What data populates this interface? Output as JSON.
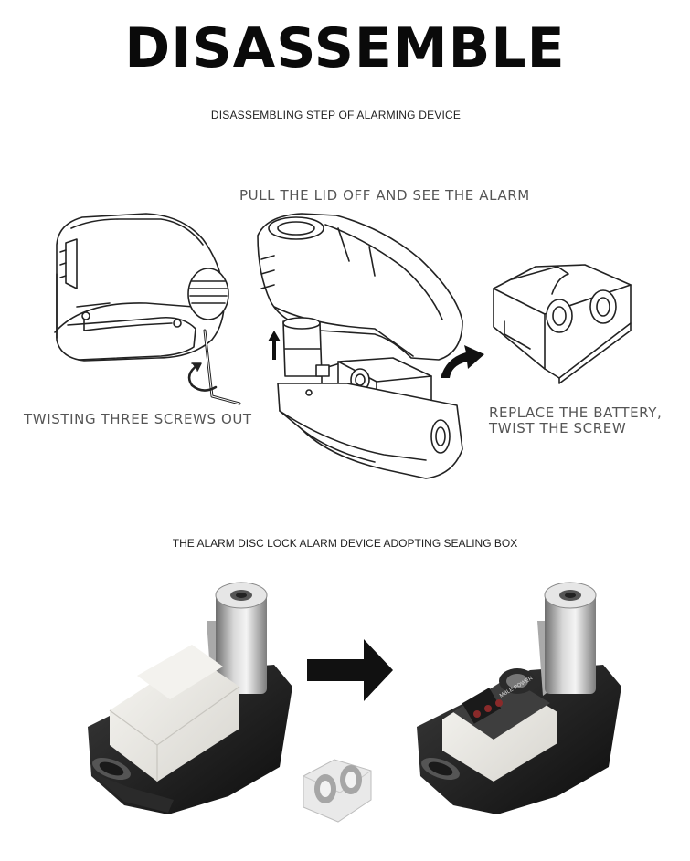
{
  "header": {
    "title": "DISASSEMBLE",
    "subtitle": "DISASSEMBLING STEP OF ALARMING DEVICE"
  },
  "diagram": {
    "step_pull_lid": "PULL THE LID OFF AND SEE THE ALARM",
    "step_twist_screws": "TWISTING THREE SCREWS OUT",
    "step_replace_battery_line1": "REPLACE THE BATTERY,",
    "step_replace_battery_line2": "TWIST THE SCREW"
  },
  "photos": {
    "caption": "THE ALARM DISC LOCK ALARM DEVICE ADOPTING SEALING BOX",
    "pcb_label": "MBLE POWER"
  },
  "colors": {
    "line_art": "#222222",
    "arrow": "#111111",
    "caption_gray": "#555555",
    "metal": "#9a9a9a",
    "lock_body": "#1a1a1a",
    "seal_box": "#ecebe6"
  },
  "icons": [
    "rotate-arrow-icon",
    "up-arrow-icon",
    "curved-arrow-icon",
    "right-arrow-icon"
  ]
}
